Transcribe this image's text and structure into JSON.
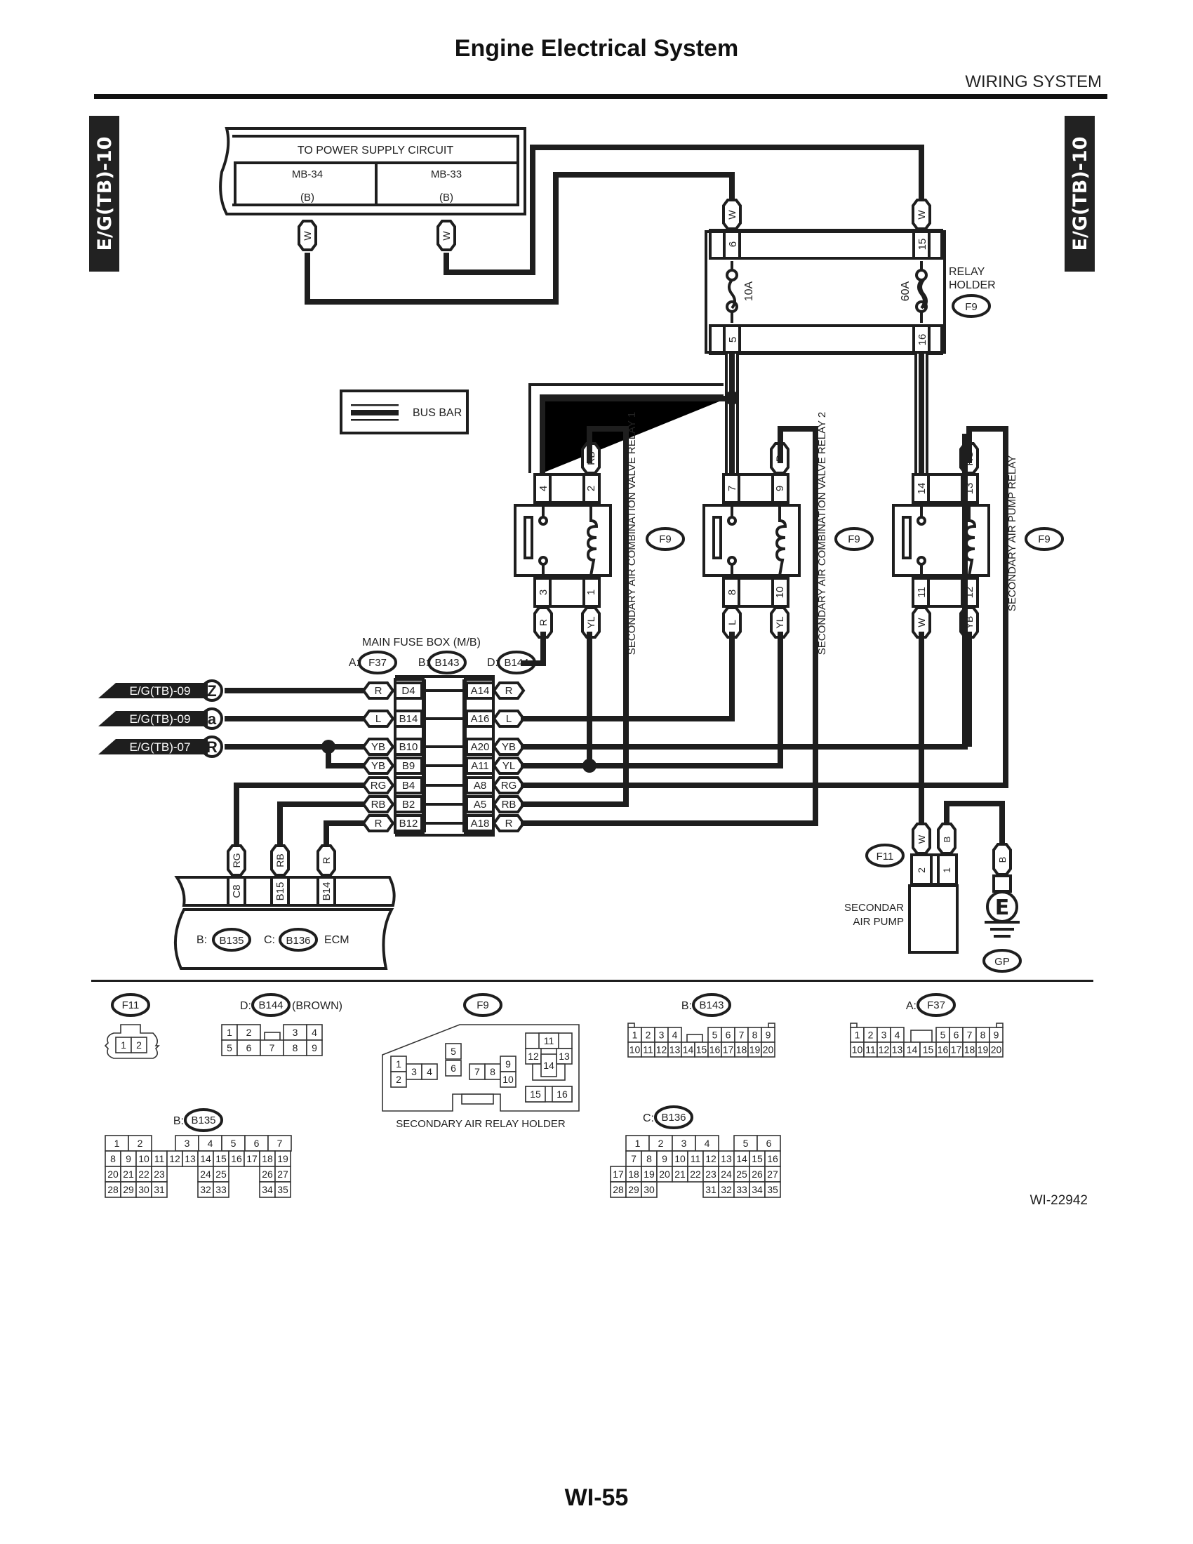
{
  "header": {
    "title": "Engine Electrical System",
    "section": "WIRING SYSTEM"
  },
  "side_tabs": {
    "left": "E/G(TB)-10",
    "right": "E/G(TB)-10"
  },
  "power_supply": {
    "title": "TO POWER SUPPLY CIRCUIT",
    "terminals": [
      {
        "name": "MB-34",
        "color_code": "(B)",
        "wire": "W"
      },
      {
        "name": "MB-33",
        "color_code": "(B)",
        "wire": "W"
      }
    ]
  },
  "relay_holder": {
    "label_line1": "RELAY",
    "label_line2": "HOLDER",
    "connector": "F9",
    "fuses": [
      {
        "rating": "10A",
        "pin_in": "6",
        "pin_out": "5",
        "wire_in": "W"
      },
      {
        "rating": "60A",
        "pin_in": "15",
        "pin_out": "16",
        "wire_in": "W"
      }
    ]
  },
  "legend": {
    "bus_bar": "BUS BAR"
  },
  "relays": [
    {
      "name": "SECONDARY AIR COMBINATION VALVE RELAY 1",
      "connector": "F9",
      "pins_top": [
        "4",
        "2"
      ],
      "pins_bottom": [
        "3",
        "1"
      ],
      "wire_top_right": "RB",
      "wires_bottom": [
        "R",
        "YL"
      ]
    },
    {
      "name": "SECONDARY AIR COMBINATION VALVE RELAY 2",
      "connector": "F9",
      "pins_top": [
        "7",
        "9"
      ],
      "pins_bottom": [
        "8",
        "10"
      ],
      "wire_top_right": "R",
      "wires_bottom": [
        "L",
        "YL"
      ]
    },
    {
      "name": "SECONDARY AIR PUMP RELAY",
      "connector": "F9",
      "pins_top": [
        "14",
        "13"
      ],
      "pins_bottom": [
        "11",
        "12"
      ],
      "wire_top_right": "RG",
      "wires_bottom": [
        "W",
        "YB"
      ]
    }
  ],
  "main_fuse_box": {
    "title": "MAIN FUSE BOX (M/B)",
    "connectors": [
      {
        "prefix": "A:",
        "id": "F37"
      },
      {
        "prefix": "B:",
        "id": "B143"
      },
      {
        "prefix": "D:",
        "id": "B144"
      }
    ],
    "rows": [
      {
        "left_wire": "R",
        "left_pin": "D4",
        "right_pin": "A14",
        "right_wire": "R"
      },
      {
        "left_wire": "L",
        "left_pin": "B14",
        "right_pin": "A16",
        "right_wire": "L"
      },
      {
        "left_wire": "YB",
        "left_pin": "B10",
        "right_pin": "A20",
        "right_wire": "YB"
      },
      {
        "left_wire": "YB",
        "left_pin": "B9",
        "right_pin": "A11",
        "right_wire": "YL"
      },
      {
        "left_wire": "RG",
        "left_pin": "B4",
        "right_pin": "A8",
        "right_wire": "RG"
      },
      {
        "left_wire": "RB",
        "left_pin": "B2",
        "right_pin": "A5",
        "right_wire": "RB"
      },
      {
        "left_wire": "R",
        "left_pin": "B12",
        "right_pin": "A18",
        "right_wire": "R"
      }
    ]
  },
  "references": [
    {
      "label": "E/G(TB)-09",
      "mark": "Z"
    },
    {
      "label": "E/G(TB)-09",
      "mark": "a"
    },
    {
      "label": "E/G(TB)-07",
      "mark": "R"
    }
  ],
  "ecm": {
    "label": "ECM",
    "connectors": [
      {
        "prefix": "B:",
        "id": "B135"
      },
      {
        "prefix": "C:",
        "id": "B136"
      }
    ],
    "pins": [
      {
        "pin": "C8",
        "wire": "RG"
      },
      {
        "pin": "B15",
        "wire": "RB"
      },
      {
        "pin": "B14",
        "wire": "R"
      }
    ]
  },
  "air_pump": {
    "label_line1": "SECONDAR",
    "label_line2": "AIR PUMP",
    "connector": "F11",
    "pins": [
      {
        "pin": "2",
        "wire": "W"
      },
      {
        "pin": "1",
        "wire": "B"
      }
    ]
  },
  "ground": {
    "wire": "B",
    "symbol": "E",
    "point": "GP"
  },
  "connector_views": {
    "f11": {
      "id": "F11",
      "pins": [
        "1",
        "2"
      ]
    },
    "b144": {
      "prefix": "D:",
      "id": "B144",
      "note": "(BROWN)",
      "top": [
        "1",
        "2",
        "3",
        "4"
      ],
      "bottom": [
        "5",
        "6",
        "7",
        "8",
        "9"
      ]
    },
    "f9": {
      "id": "F9",
      "caption": "SECONDARY AIR RELAY HOLDER",
      "pins": [
        "1",
        "2",
        "3",
        "4",
        "5",
        "6",
        "7",
        "8",
        "9",
        "10",
        "11",
        "12",
        "13",
        "14",
        "15",
        "16"
      ]
    },
    "b143": {
      "prefix": "B:",
      "id": "B143",
      "top": [
        "1",
        "2",
        "3",
        "4",
        "5",
        "6",
        "7",
        "8",
        "9"
      ],
      "bottom": [
        "10",
        "11",
        "12",
        "13",
        "14",
        "15",
        "16",
        "17",
        "18",
        "19",
        "20"
      ]
    },
    "f37": {
      "prefix": "A:",
      "id": "F37",
      "top": [
        "1",
        "2",
        "3",
        "4",
        "5",
        "6",
        "7",
        "8",
        "9"
      ],
      "bottom": [
        "10",
        "11",
        "12",
        "13",
        "14",
        "15",
        "16",
        "17",
        "18",
        "19",
        "20"
      ]
    },
    "b135": {
      "prefix": "B:",
      "id": "B135",
      "row1": [
        "1",
        "2",
        "3",
        "4",
        "5",
        "6",
        "7"
      ],
      "row2": [
        "8",
        "9",
        "10",
        "11",
        "12",
        "13",
        "14",
        "15",
        "16",
        "17",
        "18",
        "19"
      ],
      "row3": [
        "20",
        "21",
        "22",
        "23",
        "24",
        "25",
        "26",
        "27"
      ],
      "row4": [
        "28",
        "29",
        "30",
        "31",
        "32",
        "33",
        "34",
        "35"
      ]
    },
    "b136": {
      "prefix": "C:",
      "id": "B136",
      "row1": [
        "1",
        "2",
        "3",
        "4",
        "5",
        "6"
      ],
      "row2": [
        "7",
        "8",
        "9",
        "10",
        "11",
        "12",
        "13",
        "14",
        "15",
        "16"
      ],
      "row3": [
        "17",
        "18",
        "19",
        "20",
        "21",
        "22",
        "23",
        "24",
        "25",
        "26",
        "27"
      ],
      "row4": [
        "28",
        "29",
        "30",
        "31",
        "32",
        "33",
        "34",
        "35"
      ]
    }
  },
  "figure_id": "WI-22942",
  "footer": {
    "page": "WI-55"
  }
}
